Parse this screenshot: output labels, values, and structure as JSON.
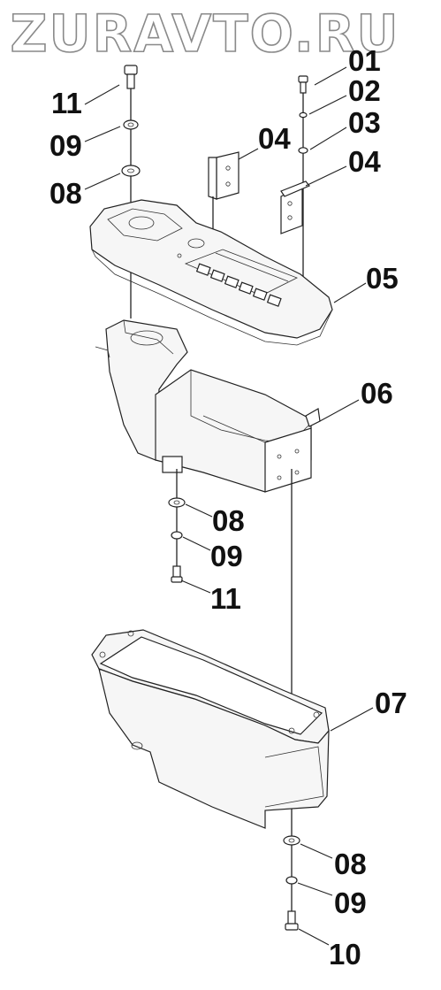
{
  "watermark": "ZURAVTO.RU",
  "labels": {
    "l01": "01",
    "l02": "02",
    "l03": "03",
    "l04a": "04",
    "l04b": "04",
    "l05": "05",
    "l06": "06",
    "l07": "07",
    "l08a": "08",
    "l08b": "08",
    "l08c": "08",
    "l09a": "09",
    "l09b": "09",
    "l09c": "09",
    "l10": "10",
    "l11a": "11",
    "l11b": "11"
  }
}
